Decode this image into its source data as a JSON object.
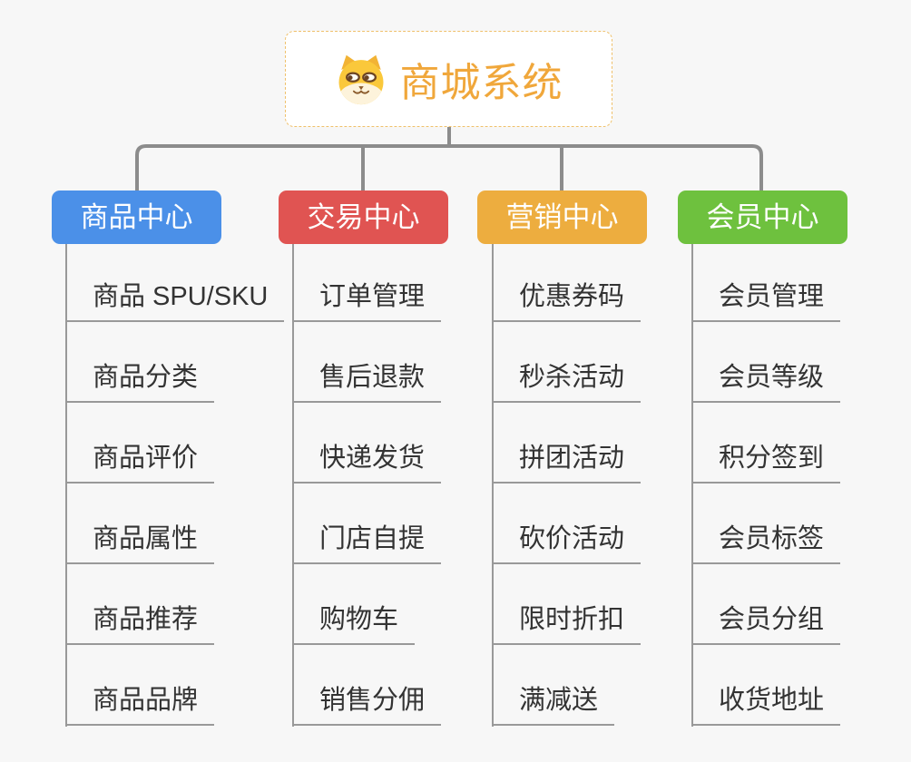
{
  "page": {
    "background_color": "#f7f7f7"
  },
  "root": {
    "title": "商城系统",
    "icon": "shiba-dog-icon",
    "text_color": "#f0a73b",
    "border_color": "#efc06a",
    "fill_color": "#ffffff"
  },
  "lines": {
    "trunk_color": "#8c8c8c",
    "branch_line_color": "#999999"
  },
  "branches": [
    {
      "label": "商品中心",
      "color": "#4b90e8",
      "items": [
        "商品 SPU/SKU",
        "商品分类",
        "商品评价",
        "商品属性",
        "商品推荐",
        "商品品牌"
      ]
    },
    {
      "label": "交易中心",
      "color": "#e05452",
      "items": [
        "订单管理",
        "售后退款",
        "快递发货",
        "门店自提",
        "购物车",
        "销售分佣"
      ]
    },
    {
      "label": "营销中心",
      "color": "#edad3f",
      "items": [
        "优惠券码",
        "秒杀活动",
        "拼团活动",
        "砍价活动",
        "限时折扣",
        "满减送"
      ]
    },
    {
      "label": "会员中心",
      "color": "#6ec13e",
      "items": [
        "会员管理",
        "会员等级",
        "积分签到",
        "会员标签",
        "会员分组",
        "收货地址"
      ]
    }
  ]
}
